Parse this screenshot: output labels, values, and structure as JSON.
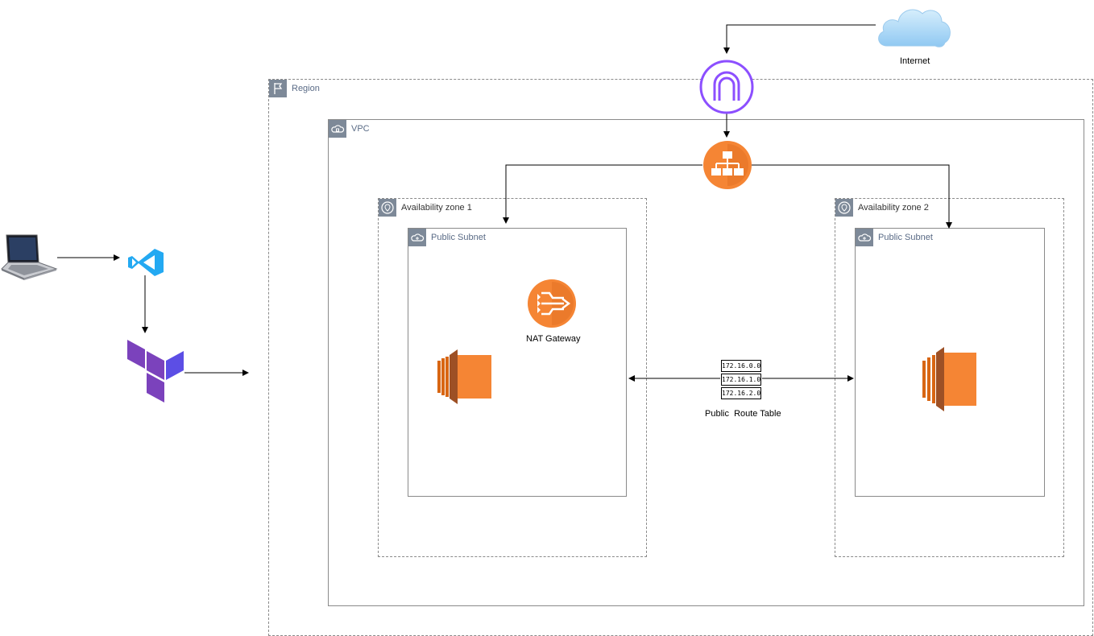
{
  "region": {
    "label": "Region"
  },
  "vpc": {
    "label": "VPC"
  },
  "az1": {
    "label": "Availability zone 1",
    "subnet_label": "Public Subnet"
  },
  "az2": {
    "label": "Availability zone 2",
    "subnet_label": "Public Subnet"
  },
  "internet": {
    "label": "Internet"
  },
  "nat_gateway": {
    "label": "NAT Gateway"
  },
  "route_table": {
    "label": "Public  Route Table",
    "entries": [
      "172.16.0.0",
      "172.16.1.0",
      "172.16.2.0"
    ]
  },
  "colors": {
    "aws_orange": "#f58534",
    "igw_purple": "#8c4fff",
    "terraform_purple": "#7b42bc",
    "vscode_blue": "#23a9f2",
    "group_gray": "#7d8998",
    "cloud_blue": "#9fd3f7"
  },
  "icons": [
    "laptop-icon",
    "vscode-icon",
    "terraform-icon",
    "cloud-icon",
    "internet-gateway-icon",
    "load-balancer-icon",
    "nat-gateway-icon",
    "ec2-icon",
    "route-table-icon"
  ]
}
